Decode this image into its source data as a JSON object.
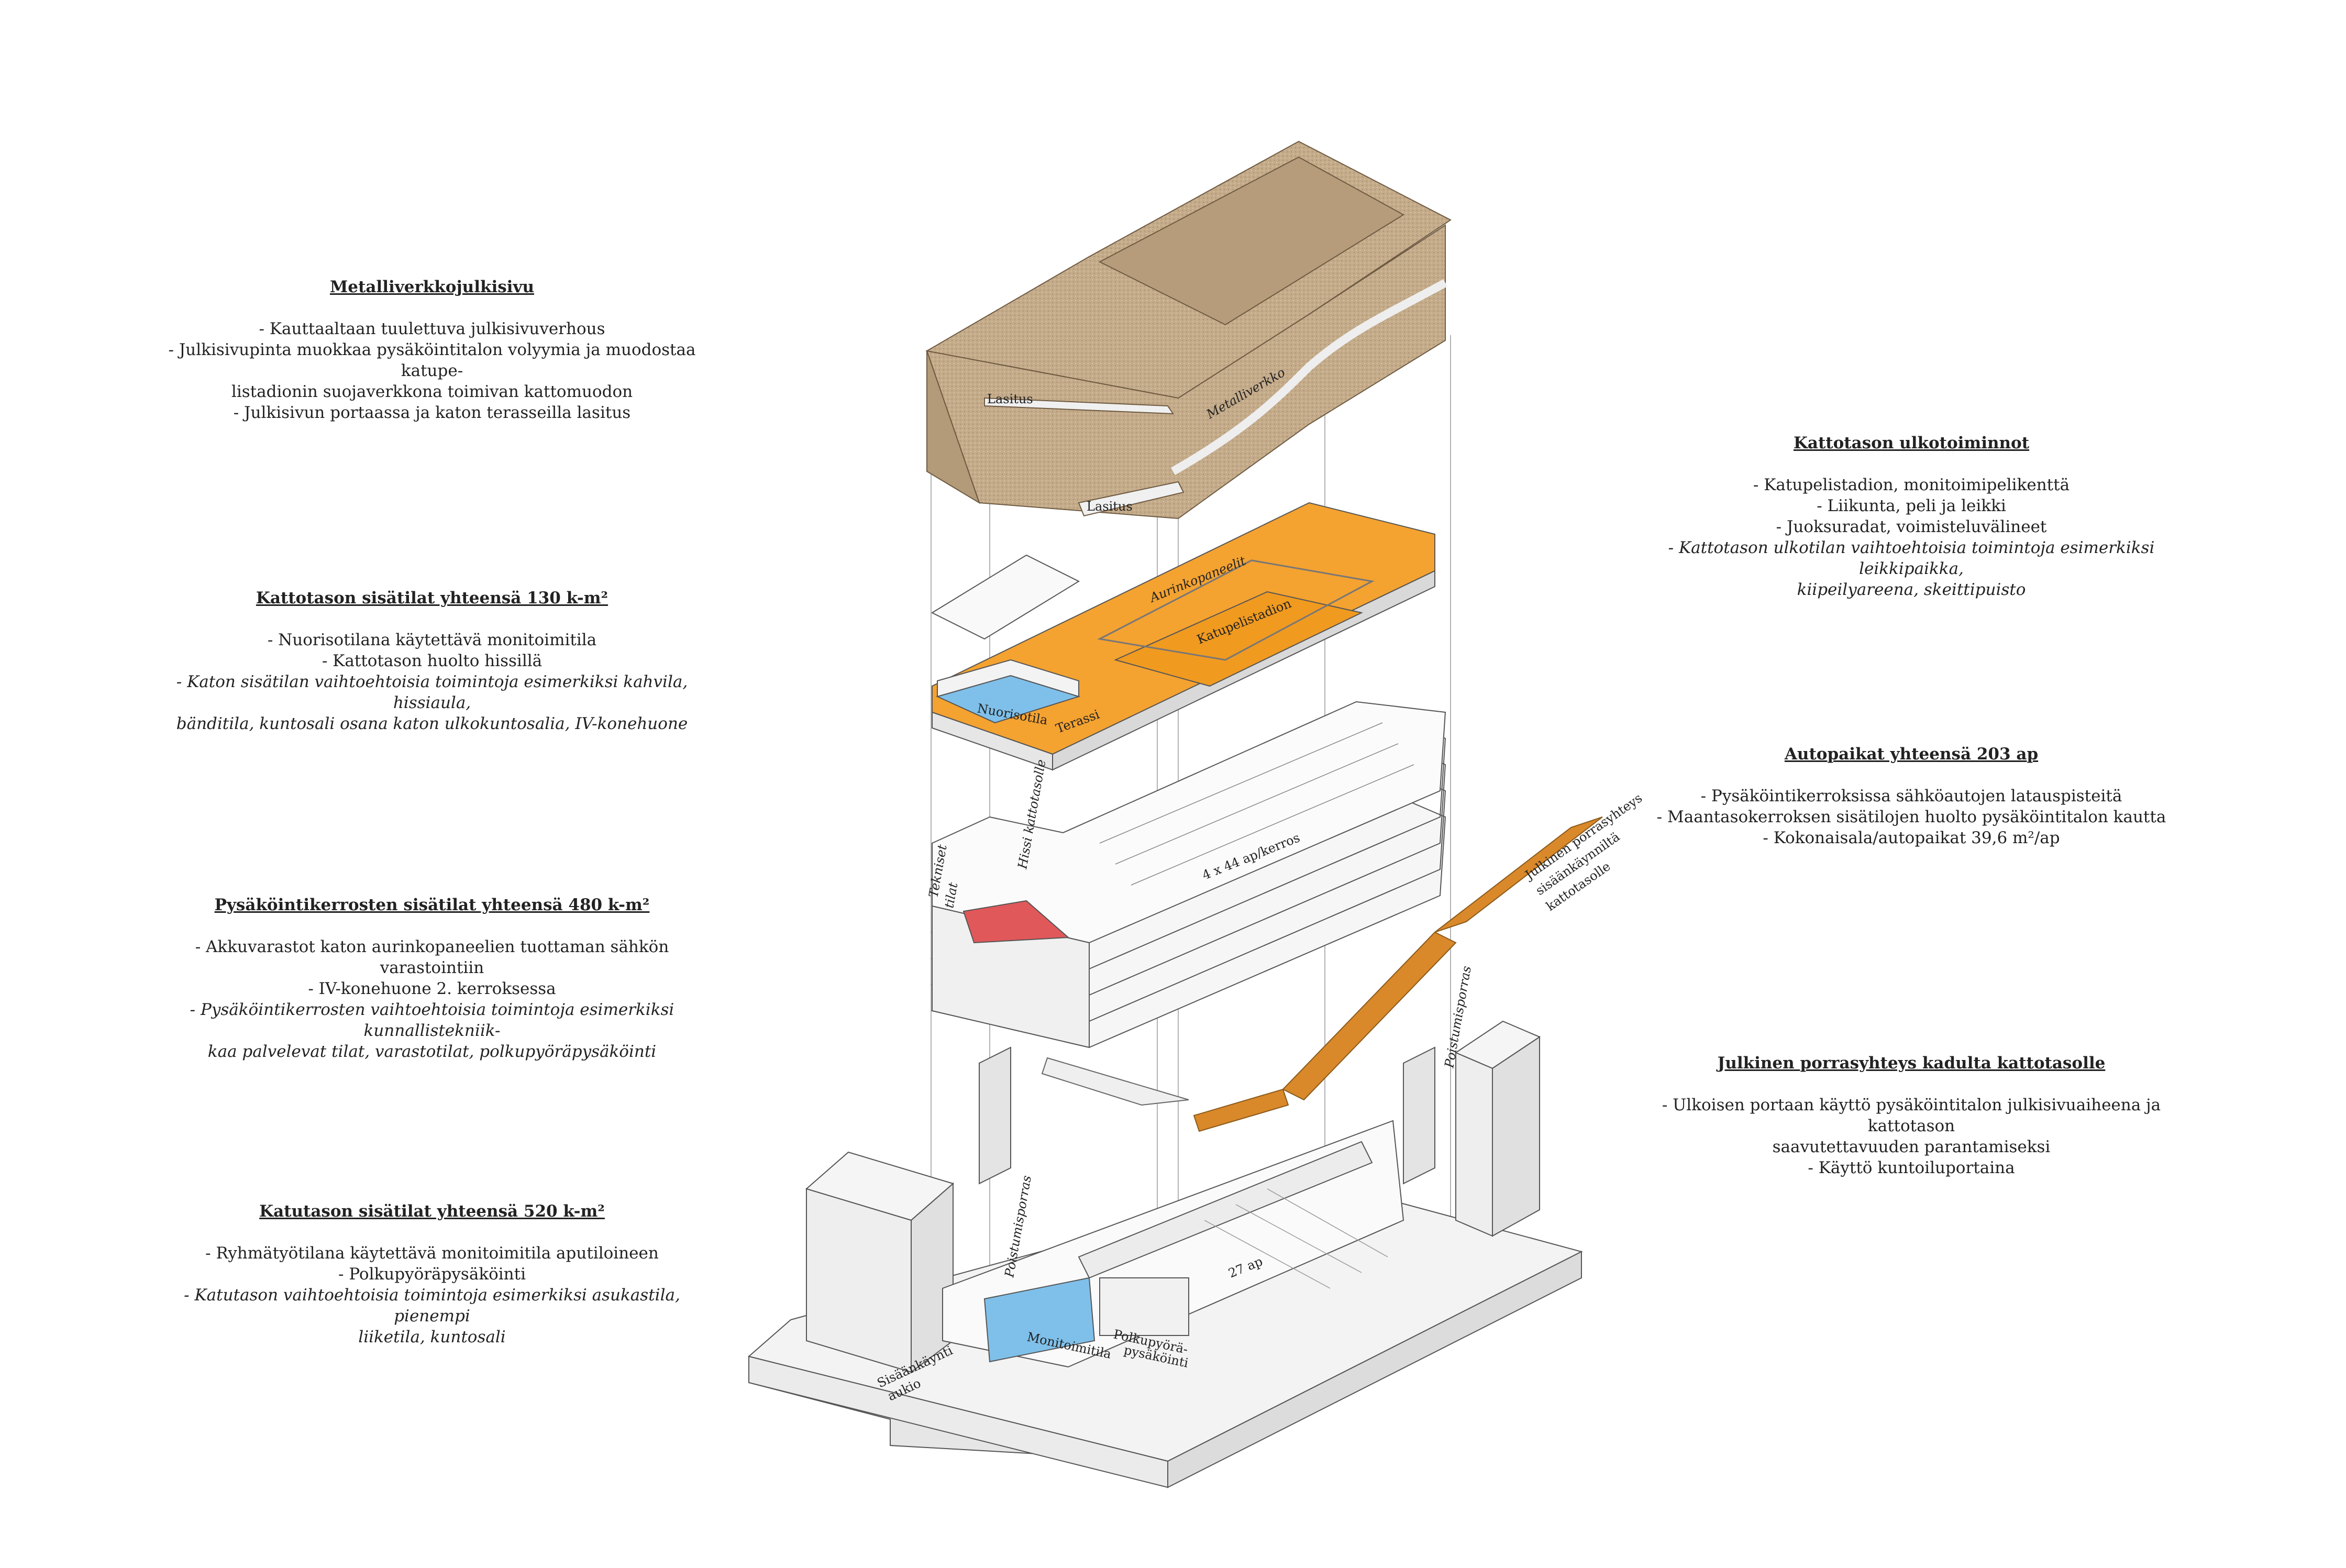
{
  "left_blocks": [
    {
      "title": "Metalliverkkojulkisivu",
      "lines": [
        {
          "text": "- Kauttaaltaan tuulettuva julkisivuverhous",
          "italic": false
        },
        {
          "text": "- Julkisivupinta muokkaa pysäköintitalon volyymia ja muodostaa katupe-",
          "italic": false
        },
        {
          "text": "listadionin suojaverkkona toimivan kattomuodon",
          "italic": false
        },
        {
          "text": "- Julkisivun portaassa ja katon terasseilla lasitus",
          "italic": false
        }
      ]
    },
    {
      "title": "Kattotason sisätilat yhteensä 130 k-m²",
      "lines": [
        {
          "text": "- Nuorisotilana käytettävä monitoimitila",
          "italic": false
        },
        {
          "text": "- Kattotason huolto hissillä",
          "italic": false
        },
        {
          "text": "- Katon sisätilan vaihtoehtoisia toimintoja esimerkiksi kahvila, hissiaula,",
          "italic": true
        },
        {
          "text": "bänditila, kuntosali osana katon ulkokuntosalia, IV-konehuone",
          "italic": true
        }
      ]
    },
    {
      "title": "Pysäköintikerrosten sisätilat yhteensä 480 k-m²",
      "lines": [
        {
          "text": "- Akkuvarastot katon aurinkopaneelien tuottaman sähkön varastointiin",
          "italic": false
        },
        {
          "text": "- IV-konehuone 2. kerroksessa",
          "italic": false
        },
        {
          "text": "- Pysäköintikerrosten vaihtoehtoisia toimintoja esimerkiksi kunnallistekniik-",
          "italic": true
        },
        {
          "text": "kaa palvelevat tilat, varastotilat, polkupyöräpysäköinti",
          "italic": true
        }
      ]
    },
    {
      "title": "Katutason sisätilat yhteensä 520 k-m²",
      "lines": [
        {
          "text": "- Ryhmätyötilana käytettävä monitoimitila aputiloineen",
          "italic": false
        },
        {
          "text": "- Polkupyöräpysäköinti",
          "italic": false
        },
        {
          "text": "- Katutason vaihtoehtoisia toimintoja esimerkiksi asukastila, pienempi",
          "italic": true
        },
        {
          "text": "liiketila, kuntosali",
          "italic": true
        }
      ]
    }
  ],
  "right_blocks": [
    {
      "title": "Kattotason ulkotoiminnot",
      "lines": [
        {
          "text": "- Katupelistadion, monitoimipelikenttä",
          "italic": false
        },
        {
          "text": "- Liikunta, peli ja leikki",
          "italic": false
        },
        {
          "text": "- Juoksuradat, voimisteluvälineet",
          "italic": false
        },
        {
          "text": "- Kattotason ulkotilan vaihtoehtoisia toimintoja esimerkiksi leikkipaikka,",
          "italic": true
        },
        {
          "text": "kiipeilyareena, skeittipuisto",
          "italic": true
        }
      ]
    },
    {
      "title": "Autopaikat yhteensä 203 ap",
      "lines": [
        {
          "text": "- Pysäköintikerroksissa sähköautojen latauspisteitä",
          "italic": false
        },
        {
          "text": "- Maantasokerroksen sisätilojen huolto pysäköintitalon kautta",
          "italic": false
        },
        {
          "text": "- Kokonaisala/autopaikat 39,6 m²/ap",
          "italic": false
        }
      ]
    },
    {
      "title": "Julkinen porrasyhteys kadulta kattotasolle",
      "lines": [
        {
          "text": "- Ulkoisen portaan käyttö pysäköintitalon julkisivuaiheena ja kattotason",
          "italic": false
        },
        {
          "text": "saavutettavuuden parantamiseksi",
          "italic": false
        },
        {
          "text": "- Käyttö kuntoiluportaina",
          "italic": false
        }
      ]
    }
  ],
  "diagram_labels": {
    "lasitus_1": "Lasitus",
    "lasitus_2": "Lasitus",
    "metalliverkko": "Metalliverkko",
    "aurinkopaneelit": "Aurinkopaneelit",
    "katupelistadion": "Katupelistadion",
    "nuorisotila": "Nuorisotila",
    "terassi": "Terassi",
    "hissi": "Hissi kattotasolle",
    "tekniset": "Tekniset",
    "tilat": "tilat",
    "aplkerros": "4 x 44 ap/kerros",
    "julkinen_1": "Julkinen porrasyhteys",
    "julkinen_2": "sisäänkäynniltä",
    "julkinen_3": "kattotasolle",
    "poistumisporras_1": "Poistumisporras",
    "poistumisporras_2": "Poistumisporras",
    "ap27": "27 ap",
    "monitoimitila": "Monitoimitila",
    "polkupyora_1": "Polkupyörä-",
    "polkupyora_2": "pysäköinti",
    "sisaankaynti_1": "Sisäänkäynti",
    "sisaankaynti_2": "aukio"
  },
  "colors": {
    "orange": "#f4a230",
    "blue": "#7fc0ea",
    "red": "#e0585a",
    "mesh": "#c4ab8a",
    "stair": "#d9882a"
  }
}
